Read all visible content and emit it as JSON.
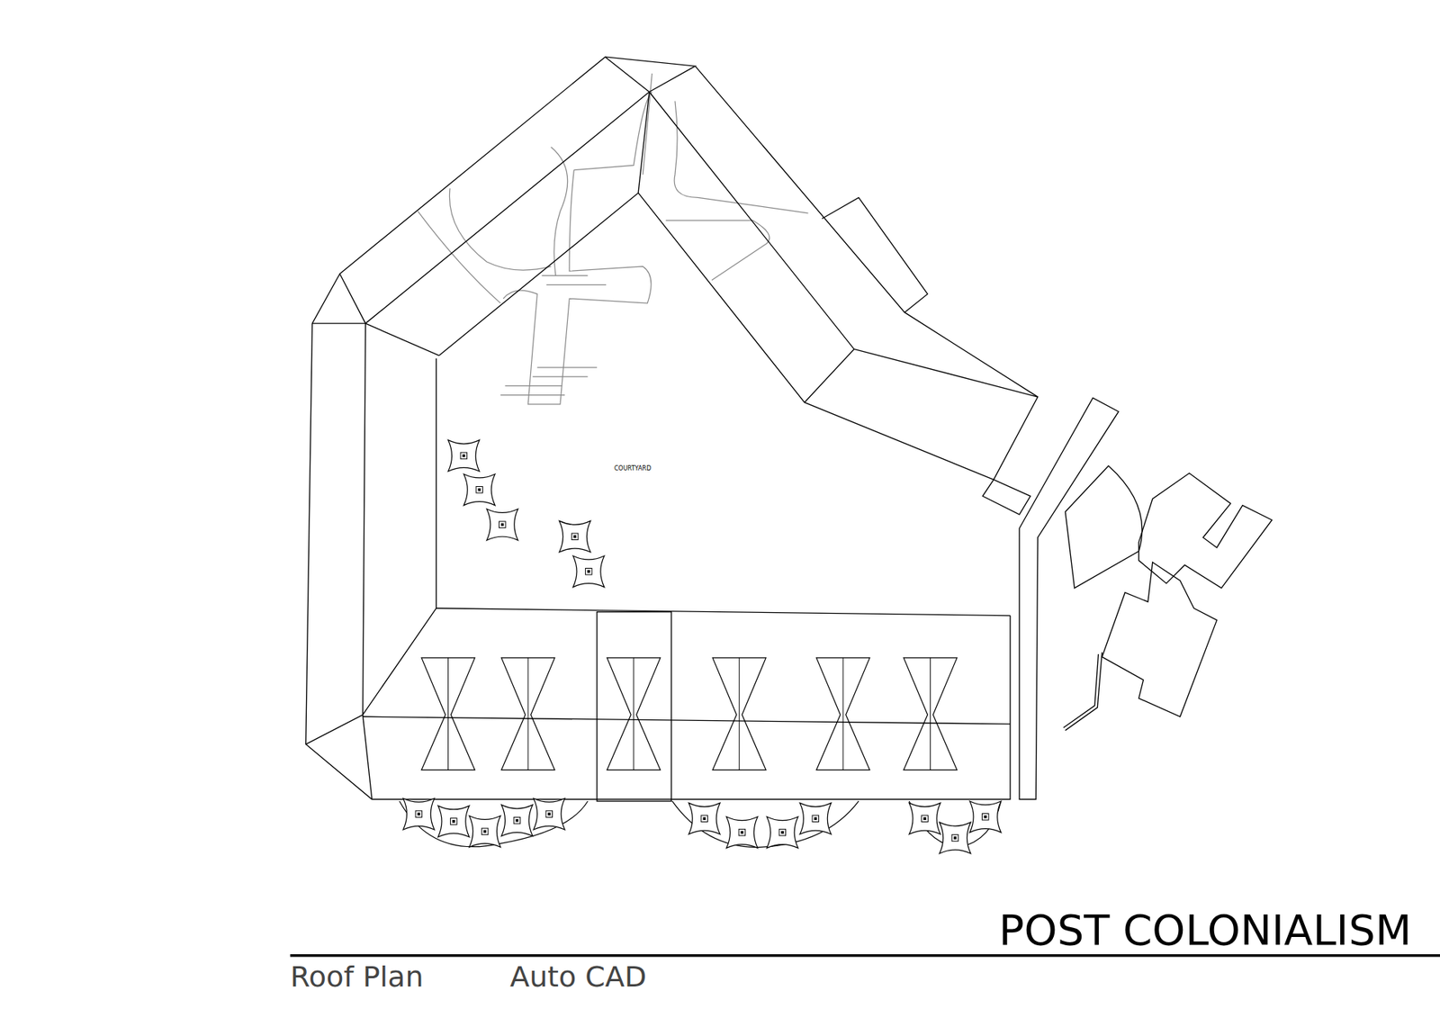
{
  "diagram": {
    "title": "POST COLONIALISM",
    "labels": [
      "COURTYARD",
      "Roof Plan",
      "Auto CAD"
    ]
  }
}
